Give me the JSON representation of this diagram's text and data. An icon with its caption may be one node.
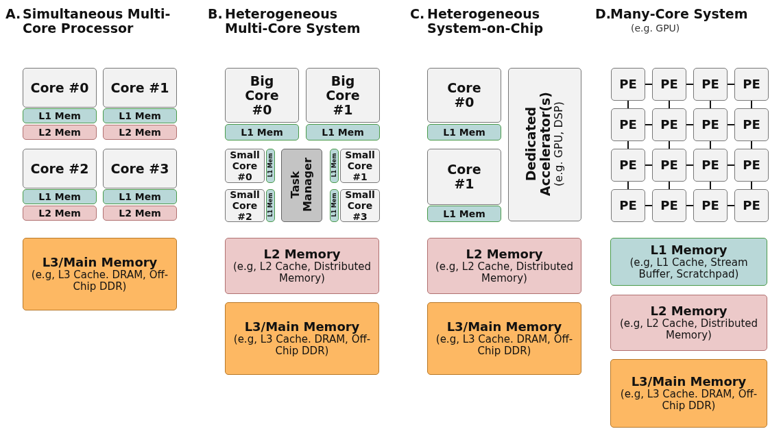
{
  "diagram": {
    "nodes": [
      {
        "text": [
          "Core #0"
        ]
      },
      {
        "text": [
          "Core #1"
        ]
      },
      {
        "text": [
          "L1 Mem"
        ]
      },
      {
        "text": [
          "L1 Mem"
        ]
      },
      {
        "text": [
          "L2 Mem"
        ]
      },
      {
        "text": [
          "L2 Mem"
        ]
      },
      {
        "text": [
          "Core #2"
        ]
      },
      {
        "text": [
          "Core #3"
        ]
      },
      {
        "text": [
          "L1 Mem"
        ]
      },
      {
        "text": [
          "L1 Mem"
        ]
      },
      {
        "text": [
          "L2 Mem"
        ]
      },
      {
        "text": [
          "L2 Mem"
        ]
      },
      {
        "text": [
          "L3/Main Memory",
          "(e.g, L3 Cache. DRAM, Off-Chip DDR)"
        ]
      },
      {
        "text": [
          "Big Core #0"
        ]
      },
      {
        "text": [
          "Big Core #1"
        ]
      },
      {
        "text": [
          "L1 Mem"
        ]
      },
      {
        "text": [
          "L1 Mem"
        ]
      },
      {
        "text": [
          "Small Core #0"
        ]
      },
      {
        "text": [
          "L1 Mem"
        ]
      },
      {
        "text": [
          "Task Manager"
        ]
      },
      {
        "text": [
          "L1 Mem"
        ]
      },
      {
        "text": [
          "Small Core #1"
        ]
      },
      {
        "text": [
          "Small Core #2"
        ]
      },
      {
        "text": [
          "L1 Mem"
        ]
      },
      {
        "text": [
          "L1 Mem"
        ]
      },
      {
        "text": [
          "Small Core #3"
        ]
      },
      {
        "text": [
          "L2 Memory",
          "(e.g, L2 Cache, Distributed Memory)"
        ]
      },
      {
        "text": [
          "L3/Main Memory",
          "(e.g, L3 Cache. DRAM, Off-Chip DDR)"
        ]
      },
      {
        "text": [
          "Core #0"
        ]
      },
      {
        "text": [
          "Dedicated Accelerator(s)",
          "(e.g. GPU, DSP)"
        ]
      },
      {
        "text": [
          "L1 Mem"
        ]
      },
      {
        "text": [
          "Core #1"
        ]
      },
      {
        "text": [
          "L1 Mem"
        ]
      },
      {
        "text": [
          "L2 Memory",
          "(e.g, L2 Cache, Distributed Memory)"
        ]
      },
      {
        "text": [
          "L3/Main Memory",
          "(e.g, L3 Cache. DRAM, Off-Chip DDR)"
        ]
      },
      {
        "text": [
          "PE"
        ]
      },
      {
        "text": [
          "PE"
        ]
      },
      {
        "text": [
          "PE"
        ]
      },
      {
        "text": [
          "PE"
        ]
      },
      {
        "text": [
          "PE"
        ]
      },
      {
        "text": [
          "PE"
        ]
      },
      {
        "text": [
          "PE"
        ]
      },
      {
        "text": [
          "PE"
        ]
      },
      {
        "text": [
          "PE"
        ]
      },
      {
        "text": [
          "PE"
        ]
      },
      {
        "text": [
          "PE"
        ]
      },
      {
        "text": [
          "PE"
        ]
      },
      {
        "text": [
          "PE"
        ]
      },
      {
        "text": [
          "PE"
        ]
      },
      {
        "text": [
          "PE"
        ]
      },
      {
        "text": [
          "PE"
        ]
      },
      {
        "text": [
          "L1 Memory",
          "(e.g, L1 Cache, Stream Buffer, Scratchpad)"
        ]
      },
      {
        "text": [
          "L2 Memory",
          "(e.g, L2 Cache, Distributed Memory)"
        ]
      },
      {
        "text": [
          "L3/Main Memory",
          "(e.g, L3 Cache. DRAM, Off-Chip DDR)"
        ]
      }
    ],
    "edges": [
      {
        "from": 35,
        "to": 36,
        "arrow": "none"
      },
      {
        "from": 36,
        "to": 37,
        "arrow": "none"
      },
      {
        "from": 37,
        "to": 38,
        "arrow": "none"
      },
      {
        "from": 39,
        "to": 40,
        "arrow": "none"
      },
      {
        "from": 40,
        "to": 41,
        "arrow": "none"
      },
      {
        "from": 41,
        "to": 42,
        "arrow": "none"
      },
      {
        "from": 43,
        "to": 44,
        "arrow": "none"
      },
      {
        "from": 44,
        "to": 45,
        "arrow": "none"
      },
      {
        "from": 45,
        "to": 46,
        "arrow": "none"
      },
      {
        "from": 47,
        "to": 48,
        "arrow": "none"
      },
      {
        "from": 48,
        "to": 49,
        "arrow": "none"
      },
      {
        "from": 49,
        "to": 50,
        "arrow": "none"
      },
      {
        "from": 35,
        "to": 39,
        "arrow": "none"
      },
      {
        "from": 36,
        "to": 40,
        "arrow": "none"
      },
      {
        "from": 37,
        "to": 41,
        "arrow": "none"
      },
      {
        "from": 38,
        "to": 42,
        "arrow": "none"
      },
      {
        "from": 39,
        "to": 43,
        "arrow": "none"
      },
      {
        "from": 40,
        "to": 44,
        "arrow": "none"
      },
      {
        "from": 41,
        "to": 45,
        "arrow": "none"
      },
      {
        "from": 42,
        "to": 46,
        "arrow": "none"
      },
      {
        "from": 43,
        "to": 47,
        "arrow": "none"
      },
      {
        "from": 44,
        "to": 48,
        "arrow": "none"
      },
      {
        "from": 45,
        "to": 49,
        "arrow": "none"
      },
      {
        "from": 46,
        "to": 50,
        "arrow": "none"
      }
    ],
    "labels": [
      "A.",
      "Simultaneous Multi-Core Processor",
      "B.",
      "Heterogeneous Multi-Core System",
      "C.",
      "Heterogeneous System-on-Chip",
      "D.",
      "Many-Core System",
      "(e.g. GPU)"
    ]
  }
}
